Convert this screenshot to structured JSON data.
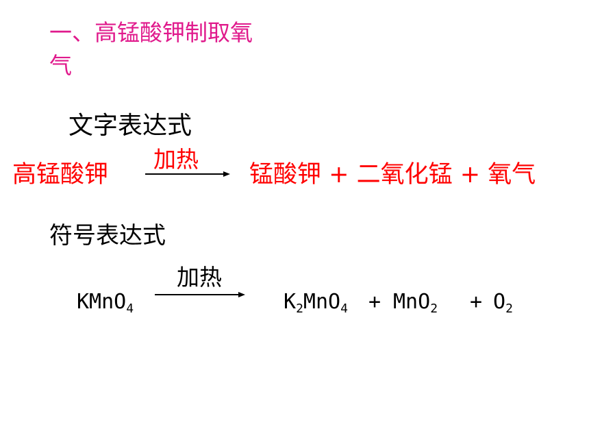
{
  "title": "一、高锰酸钾制取氧气",
  "word_equation": {
    "heading": "文字表达式",
    "reactant": "高锰酸钾",
    "condition": "加热",
    "products": "锰酸钾 + 二氧化锰 + 氧气"
  },
  "symbol_equation": {
    "heading": "符号表达式",
    "condition": "加热",
    "reactant": {
      "base": "KMnO",
      "sub": "4"
    },
    "product1": {
      "k": "K",
      "k_sub": "2",
      "base": "MnO",
      "sub": "4"
    },
    "plus1": "+",
    "product2": {
      "base": "MnO",
      "sub": "2"
    },
    "plus2": "+",
    "product3": {
      "base": "O",
      "sub": "2"
    }
  },
  "colors": {
    "title": "#e01a8c",
    "word_equation": "#ff0000",
    "text": "#000000"
  }
}
